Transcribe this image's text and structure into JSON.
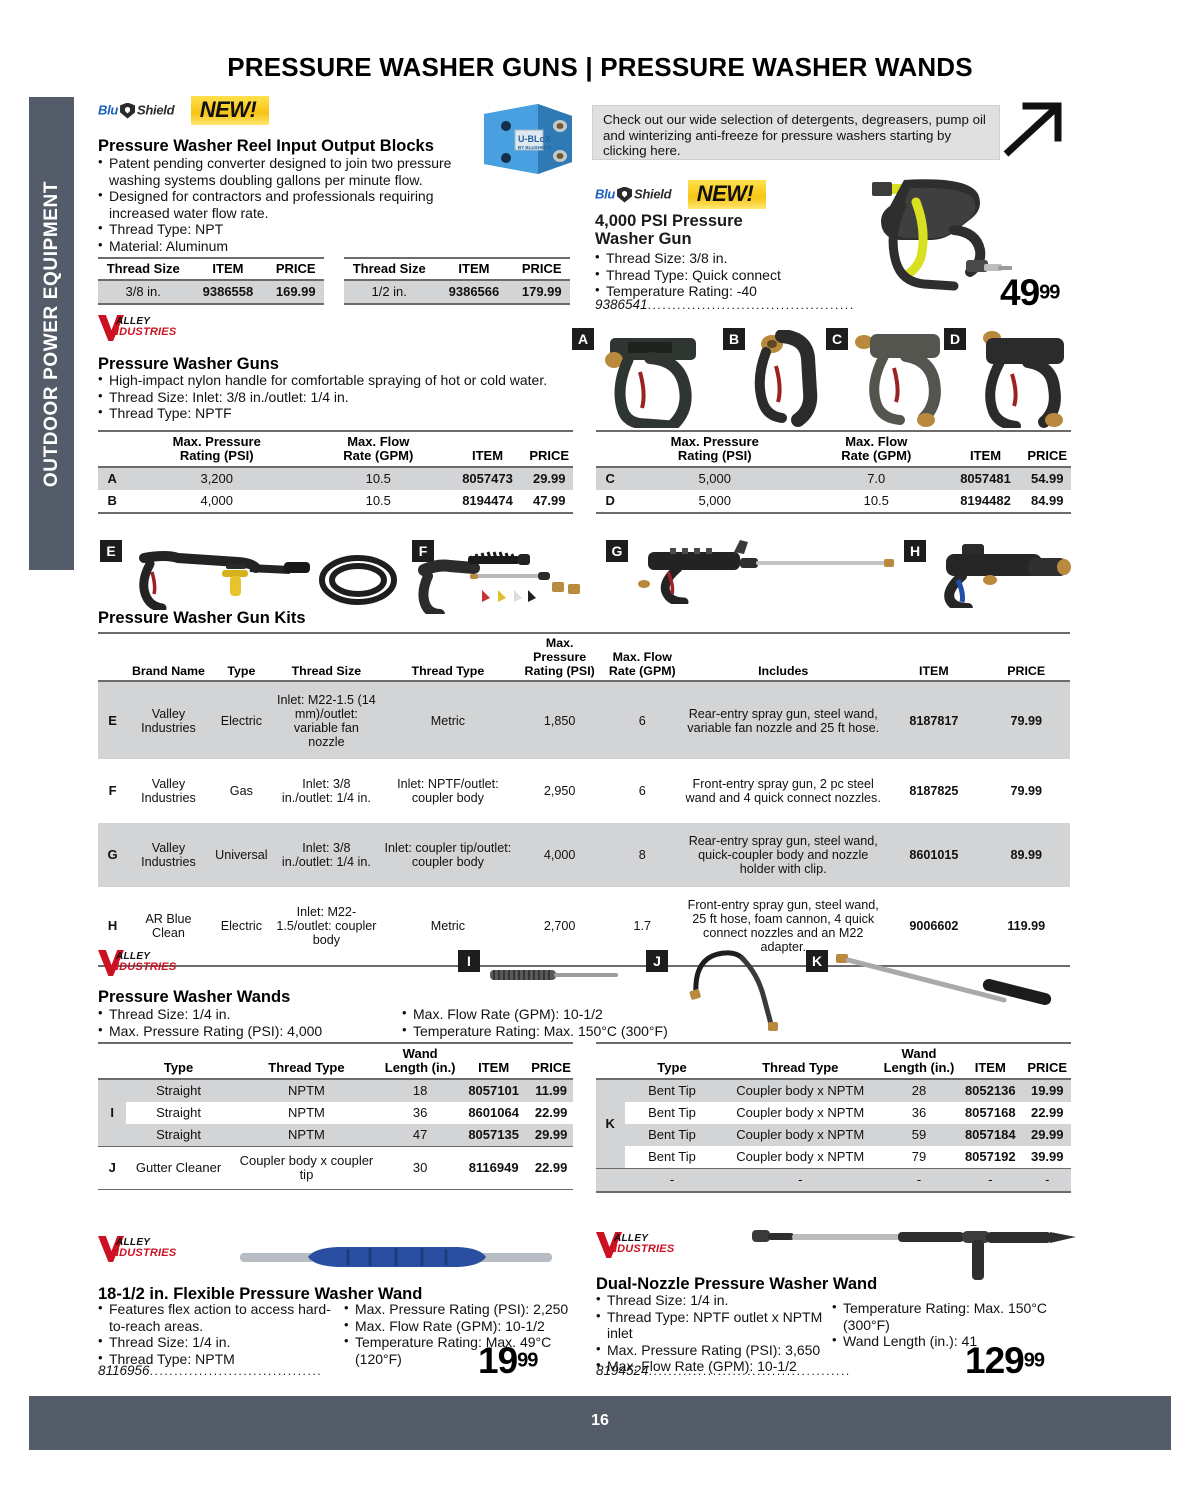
{
  "page": {
    "title": "PRESSURE WASHER GUNS | PRESSURE WASHER WANDS",
    "side_tab": "OUTDOOR POWER EQUIPMENT",
    "page_number": "16",
    "accent_color": "#545c69",
    "new_badge_color": "#f7c413",
    "brand_red": "#cc1122"
  },
  "callout": {
    "text": "Check out our wide selection of detergents, degreasers, pump oil and winterizing anti-freeze for pressure washers starting by clicking here.",
    "icon": "arrow-up-right-icon"
  },
  "blocks": {
    "brand": "Blu Shield",
    "brand_blu": "Blu",
    "brand_shield": "Shield",
    "new_label": "NEW!",
    "title": "Pressure Washer Reel Input Output Blocks",
    "bullets": [
      "Patent pending converter designed to join two pressure washing systems doubling gallons per minute flow.",
      "Designed for contractors and professionals requiring increased water flow rate.",
      "Thread Type: NPT",
      "Material: Aluminum"
    ],
    "product_image_label": "U-BLoX BY BLUSHIELD",
    "table_left": {
      "headers": [
        "Thread Size",
        "ITEM",
        "PRICE"
      ],
      "rows": [
        [
          "3/8 in.",
          "9386558",
          "169.99"
        ]
      ]
    },
    "table_right": {
      "headers": [
        "Thread Size",
        "ITEM",
        "PRICE"
      ],
      "rows": [
        [
          "1/2 in.",
          "9386566",
          "179.99"
        ]
      ]
    }
  },
  "gun4000": {
    "brand_blu": "Blu",
    "brand_shield": "Shield",
    "new_label": "NEW!",
    "title_line1": "4,000 PSI Pressure",
    "title_line2": "Washer Gun",
    "bullets": [
      "Thread Size: 3/8 in.",
      "Thread Type: Quick connect",
      "Temperature Rating: -40"
    ],
    "item": "9386541",
    "price_main": "49",
    "price_cents": "99"
  },
  "guns": {
    "brand_valley_1": "ALLEY",
    "brand_valley_2": "NDUSTRIES",
    "title": "Pressure Washer Guns",
    "bullets": [
      "High-impact nylon handle for comfortable spraying of hot or cold water.",
      "Thread Size: Inlet: 3/8 in./outlet: 1/4 in.",
      "Thread Type: NPTF"
    ],
    "photo_labels": [
      "A",
      "B",
      "C",
      "D"
    ],
    "table_left": {
      "headers": [
        "",
        "Max. Pressure Rating (PSI)",
        "Max. Flow Rate (GPM)",
        "ITEM",
        "PRICE"
      ],
      "header_psi_l1": "Max. Pressure",
      "header_psi_l2": "Rating (PSI)",
      "header_gpm_l1": "Max. Flow",
      "header_gpm_l2": "Rate (GPM)",
      "header_item": "ITEM",
      "header_price": "PRICE",
      "rows": [
        {
          "letter": "A",
          "psi": "3,200",
          "gpm": "10.5",
          "item": "8057473",
          "price": "29.99"
        },
        {
          "letter": "B",
          "psi": "4,000",
          "gpm": "10.5",
          "item": "8194474",
          "price": "47.99"
        }
      ]
    },
    "table_right": {
      "rows": [
        {
          "letter": "C",
          "psi": "5,000",
          "gpm": "7.0",
          "item": "8057481",
          "price": "54.99"
        },
        {
          "letter": "D",
          "psi": "5,000",
          "gpm": "10.5",
          "item": "8194482",
          "price": "84.99"
        }
      ]
    }
  },
  "kits": {
    "title": "Pressure Washer Gun Kits",
    "photo_labels": [
      "E",
      "F",
      "G",
      "H"
    ],
    "headers": {
      "letter": "",
      "brand": "Brand Name",
      "type": "Type",
      "thread_size": "Thread Size",
      "thread_type": "Thread Type",
      "psi_l1": "Max. Pressure",
      "psi_l2": "Rating (PSI)",
      "gpm_l1": "Max. Flow",
      "gpm_l2": "Rate (GPM)",
      "includes": "Includes",
      "item": "ITEM",
      "price": "PRICE"
    },
    "rows": [
      {
        "letter": "E",
        "brand": "Valley Industries",
        "type": "Electric",
        "thread_size": "Inlet: M22-1.5 (14 mm)/outlet: variable fan nozzle",
        "thread_type": "Metric",
        "psi": "1,850",
        "gpm": "6",
        "includes": "Rear-entry spray gun, steel wand, variable fan nozzle and 25 ft hose.",
        "item": "8187817",
        "price": "79.99"
      },
      {
        "letter": "F",
        "brand": "Valley Industries",
        "type": "Gas",
        "thread_size": "Inlet: 3/8 in./outlet: 1/4 in.",
        "thread_type": "Inlet: NPTF/outlet: coupler body",
        "psi": "2,950",
        "gpm": "6",
        "includes": "Front-entry spray gun, 2 pc steel wand and 4 quick connect nozzles.",
        "item": "8187825",
        "price": "79.99"
      },
      {
        "letter": "G",
        "brand": "Valley Industries",
        "type": "Universal",
        "thread_size": "Inlet: 3/8 in./outlet: 1/4 in.",
        "thread_type": "Inlet: coupler tip/outlet: coupler body",
        "psi": "4,000",
        "gpm": "8",
        "includes": "Rear-entry spray gun, steel wand, quick-coupler body and nozzle holder with clip.",
        "item": "8601015",
        "price": "89.99"
      },
      {
        "letter": "H",
        "brand": "AR Blue Clean",
        "type": "Electric",
        "thread_size": "Inlet: M22-1.5/outlet: coupler body",
        "thread_type": "Metric",
        "psi": "2,700",
        "gpm": "1.7",
        "includes": "Front-entry spray gun, steel wand, 25 ft hose, foam cannon, 4 quick connect nozzles and an M22 adapter.",
        "item": "9006602",
        "price": "119.99"
      }
    ]
  },
  "wands": {
    "title": "Pressure Washer Wands",
    "bullets_left": [
      "Thread Size: 1/4 in.",
      "Max. Pressure Rating (PSI): 4,000"
    ],
    "bullets_right": [
      "Max. Flow Rate (GPM): 10-1/2",
      "Temperature Rating: Max. 150°C (300°F)"
    ],
    "photo_labels": [
      "I",
      "J",
      "K"
    ],
    "headers": {
      "type": "Type",
      "thread_type": "Thread Type",
      "wand_l1": "Wand",
      "wand_l2": "Length (in.)",
      "item": "ITEM",
      "price": "PRICE"
    },
    "table_left": {
      "group_i": "I",
      "group_j": "J",
      "rows": [
        {
          "group": "I",
          "type": "Straight",
          "thread_type": "NPTM",
          "length": "18",
          "item": "8057101",
          "price": "11.99"
        },
        {
          "group": "I",
          "type": "Straight",
          "thread_type": "NPTM",
          "length": "36",
          "item": "8601064",
          "price": "22.99"
        },
        {
          "group": "I",
          "type": "Straight",
          "thread_type": "NPTM",
          "length": "47",
          "item": "8057135",
          "price": "29.99"
        },
        {
          "group": "J",
          "type": "Gutter Cleaner",
          "thread_type": "Coupler body x coupler tip",
          "length": "30",
          "item": "8116949",
          "price": "22.99"
        }
      ]
    },
    "table_right": {
      "group_k": "K",
      "rows": [
        {
          "group": "K",
          "type": "Bent Tip",
          "thread_type": "Coupler body x NPTM",
          "length": "28",
          "item": "8052136",
          "price": "19.99"
        },
        {
          "group": "K",
          "type": "Bent Tip",
          "thread_type": "Coupler body x NPTM",
          "length": "36",
          "item": "8057168",
          "price": "22.99"
        },
        {
          "group": "K",
          "type": "Bent Tip",
          "thread_type": "Coupler body x NPTM",
          "length": "59",
          "item": "8057184",
          "price": "29.99"
        },
        {
          "group": "K",
          "type": "Bent Tip",
          "thread_type": "Coupler body x NPTM",
          "length": "79",
          "item": "8057192",
          "price": "39.99"
        },
        {
          "group": "",
          "type": "-",
          "thread_type": "-",
          "length": "-",
          "item": "-",
          "price": "-"
        }
      ]
    }
  },
  "flexwand": {
    "title": "18-1/2 in. Flexible Pressure Washer Wand",
    "bullets_left": [
      "Features flex action to access hard-to-reach areas.",
      "Thread Size: 1/4 in.",
      "Thread Type: NPTM"
    ],
    "bullets_right": [
      "Max. Pressure Rating (PSI): 2,250",
      "Max. Flow Rate (GPM): 10-1/2",
      "Temperature Rating: Max. 49°C (120°F)"
    ],
    "item": "8116956",
    "price_main": "19",
    "price_cents": "99"
  },
  "dualwand": {
    "title": "Dual-Nozzle Pressure Washer Wand",
    "bullets_left": [
      "Thread Size: 1/4 in.",
      "Thread Type: NPTF outlet x NPTM inlet",
      "Max. Pressure Rating (PSI): 3,650",
      "Max. Flow Rate (GPM): 10-1/2"
    ],
    "bullets_right": [
      "Temperature Rating: Max. 150°C (300°F)",
      "Wand Length (in.): 41"
    ],
    "item": "8194524",
    "price_main": "129",
    "price_cents": "99"
  }
}
